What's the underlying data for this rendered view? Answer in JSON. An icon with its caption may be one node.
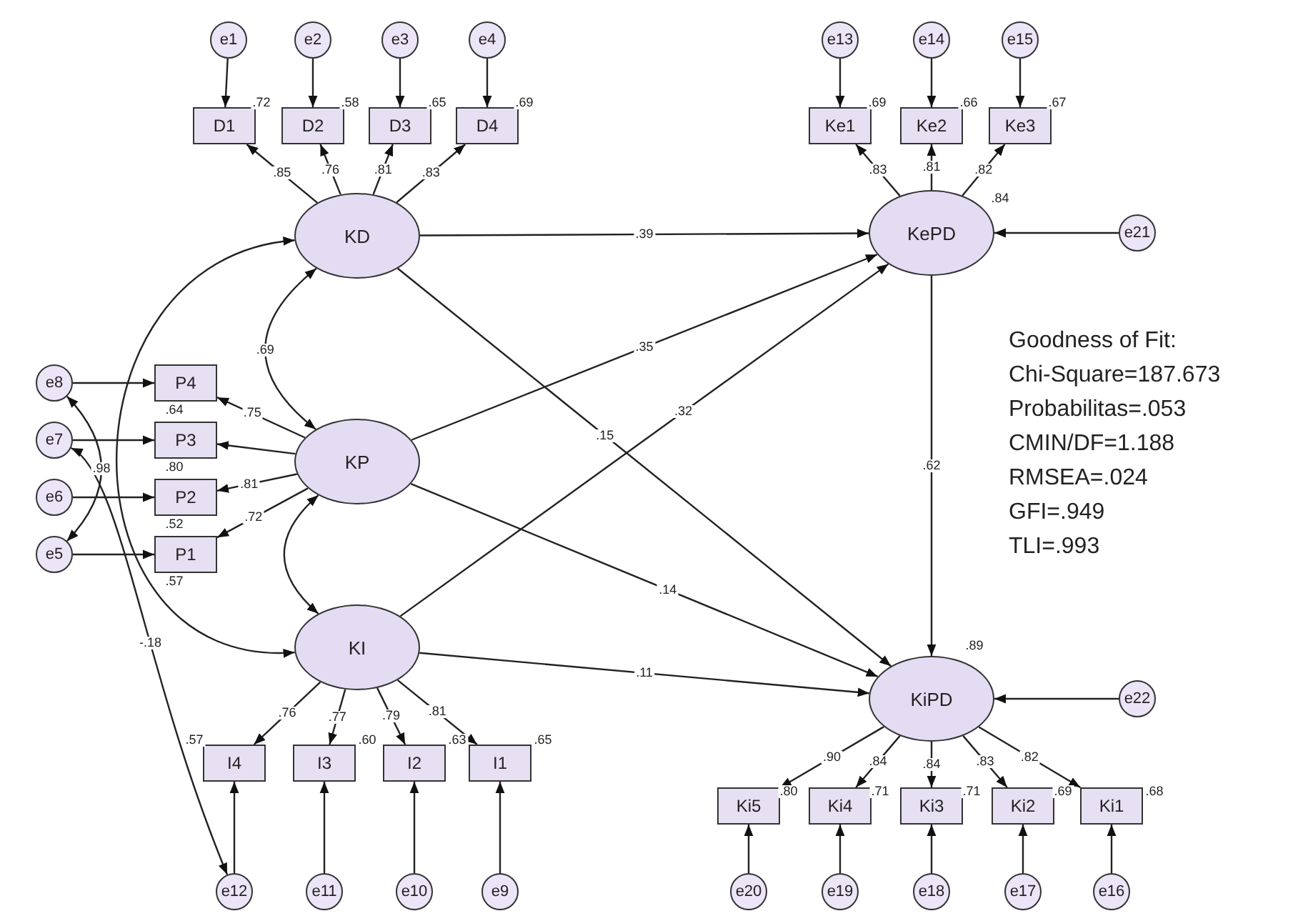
{
  "diagram": {
    "nodes": [
      {
        "text": [
          "e1"
        ]
      },
      {
        "text": [
          "e2"
        ]
      },
      {
        "text": [
          "e3"
        ]
      },
      {
        "text": [
          "e4"
        ]
      },
      {
        "text": [
          "e13"
        ]
      },
      {
        "text": [
          "e14"
        ]
      },
      {
        "text": [
          "e15"
        ]
      },
      {
        "text": [
          "D1"
        ],
        "beside": [
          ".72"
        ]
      },
      {
        "text": [
          "D2"
        ],
        "beside": [
          ".58"
        ]
      },
      {
        "text": [
          "D3"
        ],
        "beside": [
          ".65"
        ]
      },
      {
        "text": [
          "D4"
        ],
        "beside": [
          ".69"
        ]
      },
      {
        "text": [
          "Ke1"
        ],
        "beside": [
          ".69"
        ]
      },
      {
        "text": [
          "Ke2"
        ],
        "beside": [
          ".66"
        ]
      },
      {
        "text": [
          "Ke3"
        ],
        "beside": [
          ".67"
        ]
      },
      {
        "text": [
          "KD"
        ]
      },
      {
        "text": [
          "KePD"
        ],
        "beside": [
          ".84"
        ]
      },
      {
        "text": [
          "e21"
        ]
      },
      {
        "text": [
          "e8"
        ]
      },
      {
        "text": [
          "P4"
        ],
        "beside": [
          ".64"
        ]
      },
      {
        "text": [
          "e7"
        ]
      },
      {
        "text": [
          "P3"
        ],
        "beside": [
          ".80"
        ]
      },
      {
        "text": [
          "KP"
        ]
      },
      {
        "text": [
          "e6"
        ]
      },
      {
        "text": [
          "P2"
        ],
        "beside": [
          ".52"
        ]
      },
      {
        "text": [
          "e5"
        ]
      },
      {
        "text": [
          "P1"
        ],
        "beside": [
          ".57"
        ]
      },
      {
        "text": [
          "KI"
        ]
      },
      {
        "text": [
          "KiPD"
        ],
        "beside": [
          ".89"
        ]
      },
      {
        "text": [
          "e22"
        ]
      },
      {
        "text": [
          "I4"
        ],
        "beside": [
          ".57"
        ]
      },
      {
        "text": [
          "I3"
        ],
        "beside": [
          ".60"
        ]
      },
      {
        "text": [
          "I2"
        ],
        "beside": [
          ".63"
        ]
      },
      {
        "text": [
          "I1"
        ],
        "beside": [
          ".65"
        ]
      },
      {
        "text": [
          "Ki5"
        ],
        "beside": [
          ".80"
        ]
      },
      {
        "text": [
          "Ki4"
        ],
        "beside": [
          ".71"
        ]
      },
      {
        "text": [
          "Ki3"
        ],
        "beside": [
          ".71"
        ]
      },
      {
        "text": [
          "Ki2"
        ],
        "beside": [
          ".69"
        ]
      },
      {
        "text": [
          "Ki1"
        ],
        "beside": [
          ".68"
        ]
      },
      {
        "text": [
          "e12"
        ]
      },
      {
        "text": [
          "e11"
        ]
      },
      {
        "text": [
          "e10"
        ]
      },
      {
        "text": [
          "e9"
        ]
      },
      {
        "text": [
          "e20"
        ]
      },
      {
        "text": [
          "e19"
        ]
      },
      {
        "text": [
          "e18"
        ]
      },
      {
        "text": [
          "e17"
        ]
      },
      {
        "text": [
          "e16"
        ]
      }
    ],
    "edges": [
      {
        "from": 0,
        "to": 7,
        "arrow": "to"
      },
      {
        "from": 1,
        "to": 8,
        "arrow": "to"
      },
      {
        "from": 2,
        "to": 9,
        "arrow": "to"
      },
      {
        "from": 3,
        "to": 10,
        "arrow": "to"
      },
      {
        "from": 14,
        "to": 7,
        "arrow": "to",
        "label": ".85"
      },
      {
        "from": 14,
        "to": 8,
        "arrow": "to",
        "label": ".76"
      },
      {
        "from": 14,
        "to": 9,
        "arrow": "to",
        "label": ".81"
      },
      {
        "from": 14,
        "to": 10,
        "arrow": "to",
        "label": ".83"
      },
      {
        "from": 4,
        "to": 11,
        "arrow": "to"
      },
      {
        "from": 5,
        "to": 12,
        "arrow": "to"
      },
      {
        "from": 6,
        "to": 13,
        "arrow": "to"
      },
      {
        "from": 15,
        "to": 11,
        "arrow": "to",
        "label": ".83"
      },
      {
        "from": 15,
        "to": 12,
        "arrow": "to",
        "label": ".81"
      },
      {
        "from": 15,
        "to": 13,
        "arrow": "to",
        "label": ".82"
      },
      {
        "from": 16,
        "to": 15,
        "arrow": "to"
      },
      {
        "from": 14,
        "to": 15,
        "arrow": "to",
        "label": ".39"
      },
      {
        "from": 21,
        "to": 15,
        "arrow": "to",
        "label": ".35"
      },
      {
        "from": 26,
        "to": 15,
        "arrow": "to",
        "label": ".32"
      },
      {
        "from": 14,
        "to": 27,
        "arrow": "to",
        "label": ".15"
      },
      {
        "from": 21,
        "to": 27,
        "arrow": "to",
        "label": ".14"
      },
      {
        "from": 26,
        "to": 27,
        "arrow": "to",
        "label": ".11"
      },
      {
        "from": 15,
        "to": 27,
        "arrow": "to",
        "label": ".62"
      },
      {
        "from": 28,
        "to": 27,
        "arrow": "to"
      },
      {
        "from": 17,
        "to": 18,
        "arrow": "to"
      },
      {
        "from": 19,
        "to": 20,
        "arrow": "to"
      },
      {
        "from": 22,
        "to": 23,
        "arrow": "to"
      },
      {
        "from": 24,
        "to": 25,
        "arrow": "to"
      },
      {
        "from": 21,
        "to": 18,
        "arrow": "to",
        "label": ".75"
      },
      {
        "from": 21,
        "to": 20,
        "arrow": "to"
      },
      {
        "from": 21,
        "to": 23,
        "arrow": "to",
        "label": ".81"
      },
      {
        "from": 21,
        "to": 25,
        "arrow": "to",
        "label": ".72"
      },
      {
        "from": 26,
        "to": 29,
        "arrow": "to",
        "label": ".76"
      },
      {
        "from": 26,
        "to": 30,
        "arrow": "to",
        "label": ".77"
      },
      {
        "from": 26,
        "to": 31,
        "arrow": "to",
        "label": ".79"
      },
      {
        "from": 26,
        "to": 32,
        "arrow": "to",
        "label": ".81"
      },
      {
        "from": 38,
        "to": 29,
        "arrow": "to"
      },
      {
        "from": 39,
        "to": 30,
        "arrow": "to"
      },
      {
        "from": 40,
        "to": 31,
        "arrow": "to"
      },
      {
        "from": 41,
        "to": 32,
        "arrow": "to"
      },
      {
        "from": 27,
        "to": 33,
        "arrow": "to",
        "label": ".90"
      },
      {
        "from": 27,
        "to": 34,
        "arrow": "to",
        "label": ".84"
      },
      {
        "from": 27,
        "to": 35,
        "arrow": "to",
        "label": ".84"
      },
      {
        "from": 27,
        "to": 36,
        "arrow": "to",
        "label": ".83"
      },
      {
        "from": 27,
        "to": 37,
        "arrow": "to",
        "label": ".82"
      },
      {
        "from": 42,
        "to": 33,
        "arrow": "to"
      },
      {
        "from": 43,
        "to": 34,
        "arrow": "to"
      },
      {
        "from": 44,
        "to": 35,
        "arrow": "to"
      },
      {
        "from": 45,
        "to": 36,
        "arrow": "to"
      },
      {
        "from": 46,
        "to": 37,
        "arrow": "to"
      },
      {
        "from": 17,
        "to": 24,
        "arrow": "both",
        "label": ".98"
      },
      {
        "from": 14,
        "to": 21,
        "arrow": "both",
        "label": ".69"
      },
      {
        "from": 14,
        "to": 26,
        "arrow": "both"
      },
      {
        "from": 21,
        "to": 26,
        "arrow": "both"
      },
      {
        "from": 19,
        "to": 38,
        "arrow": "both",
        "label": "-.18"
      }
    ],
    "labels": [
      "Goodness of Fit:",
      "Chi-Square=187.673",
      "Probabilitas=.053",
      "CMIN/DF=1.188",
      "RMSEA=.024",
      "GFI=.949",
      "TLI=.993"
    ]
  }
}
